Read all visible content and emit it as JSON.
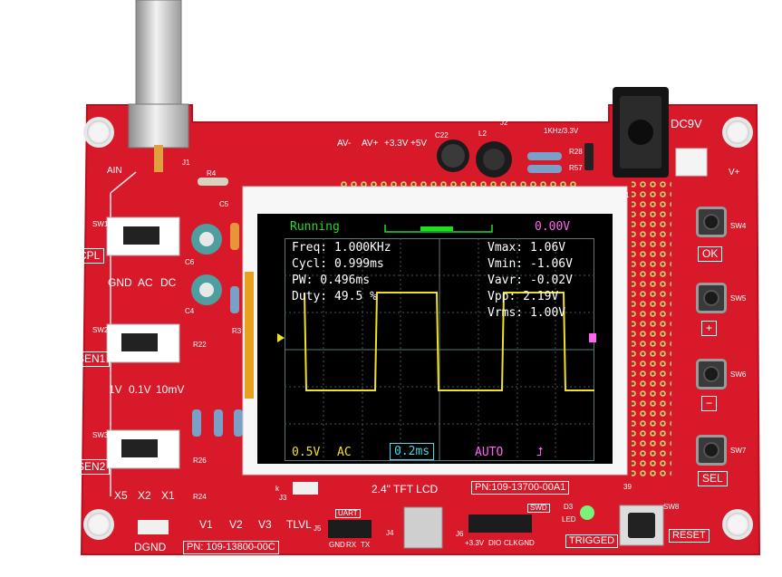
{
  "lcd": {
    "status": "Running",
    "trigger_level": "0.00V",
    "freq": "Freq: 1.000KHz",
    "cycl": "Cycl: 0.999ms",
    "pw": "PW:  0.496ms",
    "duty": "Duty: 49.5 %",
    "vmax": "Vmax:  1.06V",
    "vmin": "Vmin: -1.06V",
    "vavr": "Vavr: -0.02V",
    "vpp": "Vpp:   2.19V",
    "vrms": "Vrms:  1.00V",
    "volt_div": "0.5V",
    "coupling": "AC",
    "time_div": "0.2ms",
    "trigger_mode": "AUTO",
    "trigger_slope": "⮥",
    "trace_color": "#f2e024"
  },
  "board": {
    "lcd_label": "2.4\" TFT LCD",
    "lcd_pn": "PN:109-13700-00A1",
    "board_pn": "PN: 109-13800-00C",
    "dc": "DC9V",
    "ain": "AIN",
    "j1": "J1",
    "r4": "R4",
    "c5": "C5",
    "c6": "C6",
    "c4": "C4",
    "r3": "R3",
    "r22": "R22",
    "r26": "R26",
    "r24": "R24",
    "c22": "C22",
    "l2": "L2",
    "j2": "J2",
    "j3": "J3",
    "j4": "J4",
    "j5": "J5",
    "j6": "J6",
    "d3": "D3",
    "r28": "R28",
    "r57": "R57",
    "sq": "1KHz/3.3V",
    "power_pins": [
      "AV-",
      "AV+",
      "+3.3V",
      "+5V"
    ],
    "cpl": "CPL",
    "sw1": "SW1",
    "cpl_opts": [
      "GND",
      "AC",
      "DC"
    ],
    "sen1": "SEN1",
    "sw2": "SW2",
    "sen1_opts": [
      "1V",
      "0.1V",
      "10mV"
    ],
    "sen2": "SEN2",
    "sw3": "SW3",
    "sen2_opts": [
      "X5",
      "X2",
      "X1"
    ],
    "tps": [
      "V1",
      "V2",
      "V3",
      "TLVL"
    ],
    "dgnd": "DGND",
    "uart": "UART",
    "uart_pins": [
      "GND",
      "RX",
      "TX"
    ],
    "swd": "SWD",
    "swd_pins": [
      "+3.3V",
      "DIO",
      "CLK",
      "GND"
    ],
    "led": "LED",
    "triggered": "TRIGGED",
    "reset": "RESET",
    "sw_labels": [
      "SW4",
      "SW5",
      "SW6",
      "SW7",
      "SW8"
    ],
    "btn_labels": [
      "OK",
      "+",
      "−",
      "SEL"
    ],
    "v_plus": "V+",
    "pin1": "1",
    "pin39": "39",
    "k": "k"
  }
}
